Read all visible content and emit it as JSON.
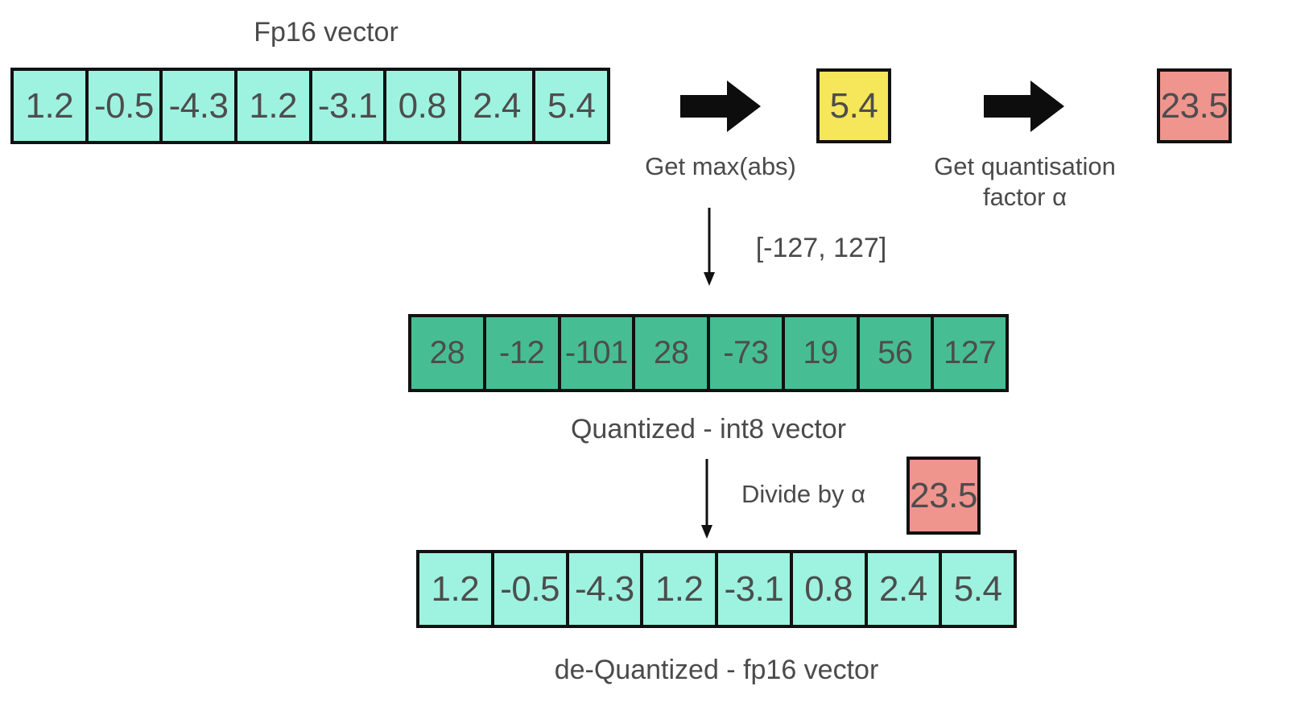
{
  "diagram": {
    "title_hidden": "absmax quantization flow",
    "top_vector": {
      "label": "Fp16 vector",
      "values": [
        "1.2",
        "-0.5",
        "-4.3",
        "1.2",
        "-3.1",
        "0.8",
        "2.4",
        "5.4"
      ],
      "fill_color": "#9ef2e0"
    },
    "int8_vector": {
      "label": "Quantized - int8 vector",
      "values": [
        "28",
        "-12",
        "-101",
        "28",
        "-73",
        "19",
        "56",
        "127"
      ],
      "fill_color": "#47bd94"
    },
    "dequant_vector": {
      "label": "de-Quantized - fp16 vector",
      "values": [
        "1.2",
        "-0.5",
        "-4.3",
        "1.2",
        "-3.1",
        "0.8",
        "2.4",
        "5.4"
      ],
      "fill_color": "#9ef2e0"
    },
    "steps": {
      "get_max_abs_label": "Get max(abs)",
      "max_abs_value": "5.4",
      "max_abs_color": "#f6e65a",
      "get_factor_label": "Get quantisation\nfactor α",
      "factor_value": "23.5",
      "factor_color": "#f0948e",
      "range_label": "[-127, 127]",
      "divide_label": "Divide by α",
      "divide_factor_value": "23.5"
    },
    "icons": {
      "fat_arrow_1": "arrow-right-thick-icon",
      "fat_arrow_2": "arrow-right-thick-icon",
      "thin_arrow_1": "arrow-down-thin-icon",
      "thin_arrow_2": "arrow-down-thin-icon"
    }
  }
}
